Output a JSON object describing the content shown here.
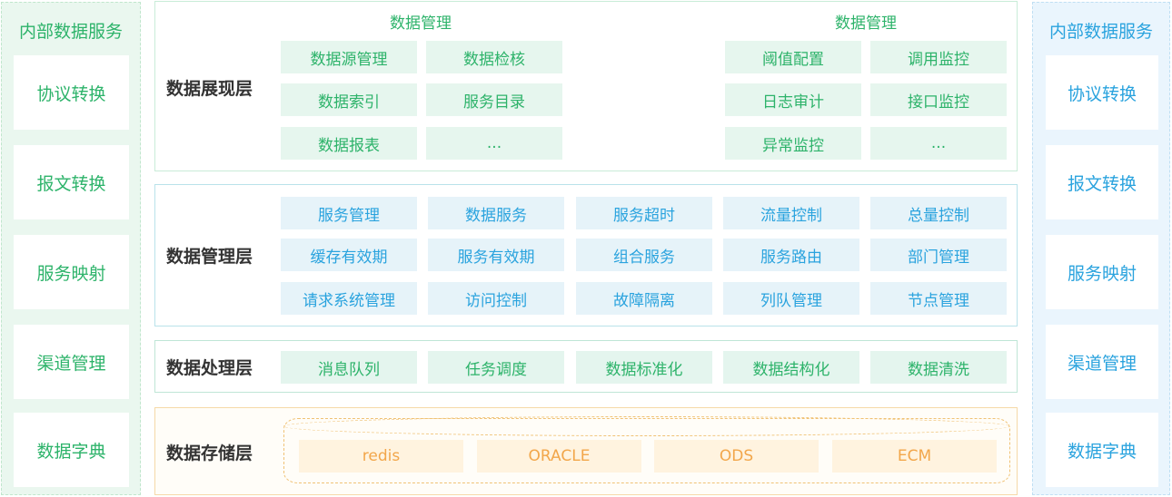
{
  "left_panel": {
    "title": "内部数据服务",
    "items": [
      "协议转换",
      "报文转换",
      "服务映射",
      "渠道管理",
      "数据字典"
    ]
  },
  "right_panel": {
    "title": "内部数据服务",
    "items": [
      "协议转换",
      "报文转换",
      "服务映射",
      "渠道管理",
      "数据字典"
    ]
  },
  "presentation_layer": {
    "title": "数据展现层",
    "group_left_title": "数据管理",
    "group_left_items": [
      "数据源管理",
      "数据检核",
      "数据索引",
      "服务目录",
      "数据报表",
      "..."
    ],
    "group_right_title": "数据管理",
    "group_right_items": [
      "阈值配置",
      "调用监控",
      "日志审计",
      "接口监控",
      "异常监控",
      "..."
    ]
  },
  "management_layer": {
    "title": "数据管理层",
    "items": [
      "服务管理",
      "数据服务",
      "服务超时",
      "流量控制",
      "总量控制",
      "缓存有效期",
      "服务有效期",
      "组合服务",
      "服务路由",
      "部门管理",
      "请求系统管理",
      "访问控制",
      "故障隔离",
      "列队管理",
      "节点管理"
    ]
  },
  "processing_layer": {
    "title": "数据处理层",
    "items": [
      "消息队列",
      "任务调度",
      "数据标准化",
      "数据结构化",
      "数据清洗"
    ]
  },
  "storage_layer": {
    "title": "数据存储层",
    "items": [
      "redis",
      "ORACLE",
      "ODS",
      "ECM"
    ]
  }
}
